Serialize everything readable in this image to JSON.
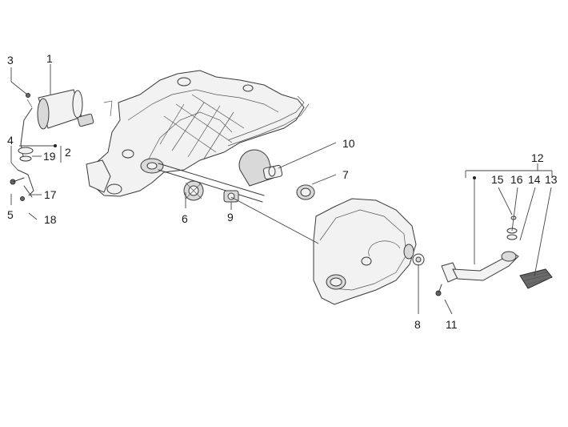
{
  "diagram": {
    "labels": {
      "p1": "1",
      "p2": "2",
      "p3": "3",
      "p4": "4",
      "p5": "5",
      "p6": "6",
      "p7": "7",
      "p8": "8",
      "p9": "9",
      "p10": "10",
      "p11": "11",
      "p12": "12",
      "p13": "13",
      "p14": "14",
      "p15": "15",
      "p16": "16",
      "p17": "17",
      "p18": "18",
      "p19": "19"
    }
  }
}
